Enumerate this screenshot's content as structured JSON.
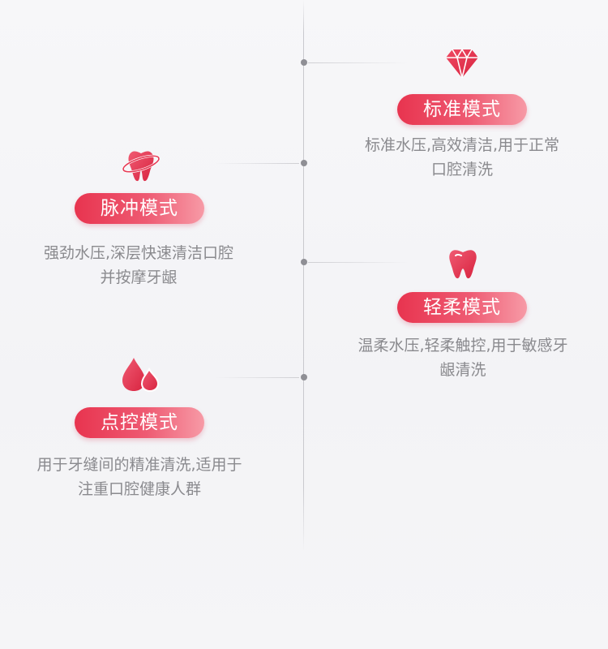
{
  "colors": {
    "accent_start": "#e8344f",
    "accent_end": "#f79aa6",
    "description_text": "#8a8a8e",
    "timeline": "#c9c9ce",
    "dot": "#8f8f95"
  },
  "modes": [
    {
      "icon": "diamond-icon",
      "title": "标准模式",
      "desc_line1": "标准水压,高效清洁,用于正常",
      "desc_line2": "口腔清洗"
    },
    {
      "icon": "tooth-orbit-icon",
      "title": "脉冲模式",
      "desc_line1": "强劲水压,深层快速清洁口腔",
      "desc_line2": "并按摩牙龈"
    },
    {
      "icon": "tooth-icon",
      "title": "轻柔模式",
      "desc_line1": "温柔水压,轻柔触控,用于敏感牙",
      "desc_line2": "龈清洗"
    },
    {
      "icon": "water-drops-icon",
      "title": "点控模式",
      "desc_line1": "用于牙缝间的精准清洗,适用于",
      "desc_line2": "注重口腔健康人群"
    }
  ]
}
